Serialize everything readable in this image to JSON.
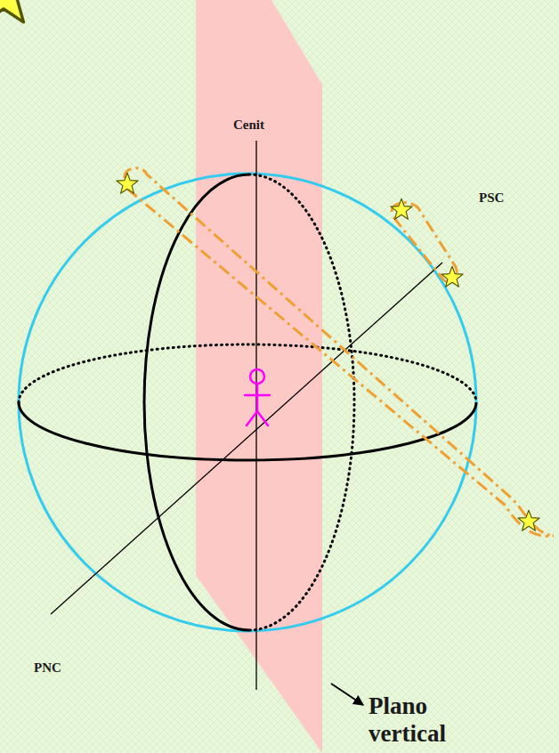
{
  "diagram": {
    "labels": [
      "Cenit",
      "PSC",
      "PNC",
      "Plano vertical"
    ]
  }
}
